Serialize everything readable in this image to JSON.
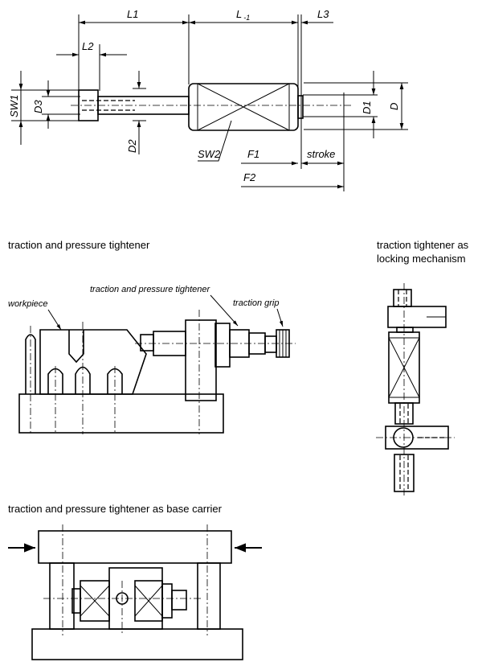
{
  "dimensions": {
    "L1": "L1",
    "L": "L",
    "L_sub": "-1",
    "L3": "L3",
    "L2": "L2",
    "SW1": "SW1",
    "D3": "D3",
    "D2": "D2",
    "SW2": "SW2",
    "F1": "F1",
    "stroke": "stroke",
    "F2": "F2",
    "D1": "D1",
    "D": "D"
  },
  "captions": {
    "traction_pressure": "traction and pressure tightener",
    "locking_line1": "traction tightener as",
    "locking_line2": "locking mechanism",
    "base_carrier": "traction and pressure tightener as base carrier"
  },
  "annotations": {
    "workpiece": "workpiece",
    "tightener": "traction and pressure tightener",
    "grip": "traction grip"
  }
}
